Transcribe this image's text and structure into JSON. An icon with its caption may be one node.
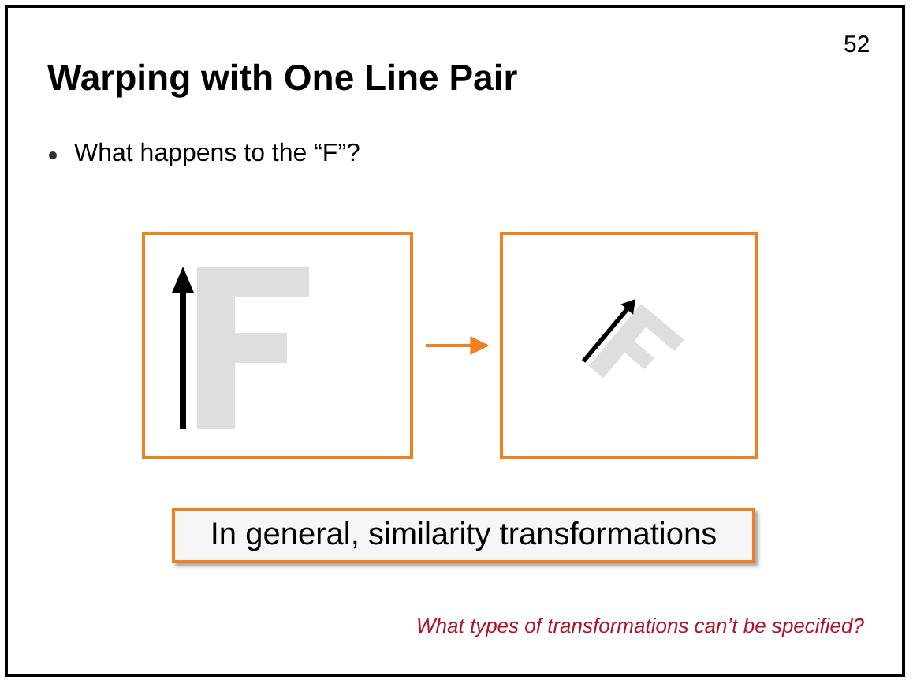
{
  "diagram": {
    "title": "Warping with One Line Pair",
    "nodes": [
      {
        "text": [],
        "shape": "picture"
      },
      {
        "text": [],
        "shape": "picture"
      },
      {
        "text": [
          "In general, similarity transformations"
        ]
      }
    ],
    "edges": [
      {
        "from": 0,
        "to": 1,
        "arrow": "to"
      }
    ],
    "labels": [
      "52",
      "What happens to the “F”?",
      "What types of transformations can’t be specified?"
    ]
  }
}
